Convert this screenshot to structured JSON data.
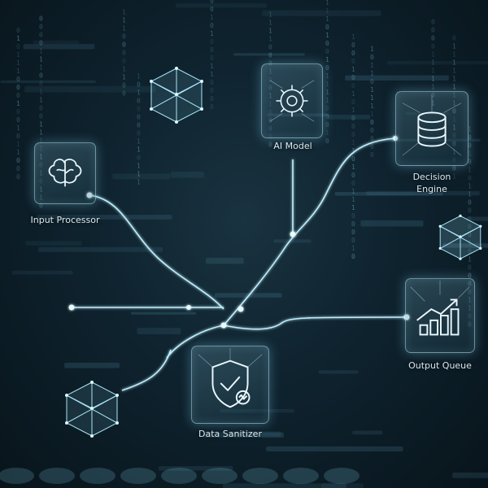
{
  "nodes": {
    "input_processor": {
      "label": "Input Processor",
      "icon": "brain-icon"
    },
    "ai_model": {
      "label": "AI Model",
      "icon": "gear-chip-icon"
    },
    "decision_engine": {
      "label_line1": "Decision",
      "label_line2": "Engine",
      "icon": "database-icon"
    },
    "output_queue": {
      "label": "Output Queue",
      "icon": "bar-chart-icon"
    },
    "data_sanitizer": {
      "label": "Data Sanitizer",
      "icon": "shield-check-icon"
    }
  },
  "decorations": [
    "network-cube-icon",
    "network-cube-icon",
    "network-cube-icon"
  ],
  "colors": {
    "wire": "#bfeffd",
    "glow": "#8fe3ff",
    "background": "#0b1820"
  }
}
